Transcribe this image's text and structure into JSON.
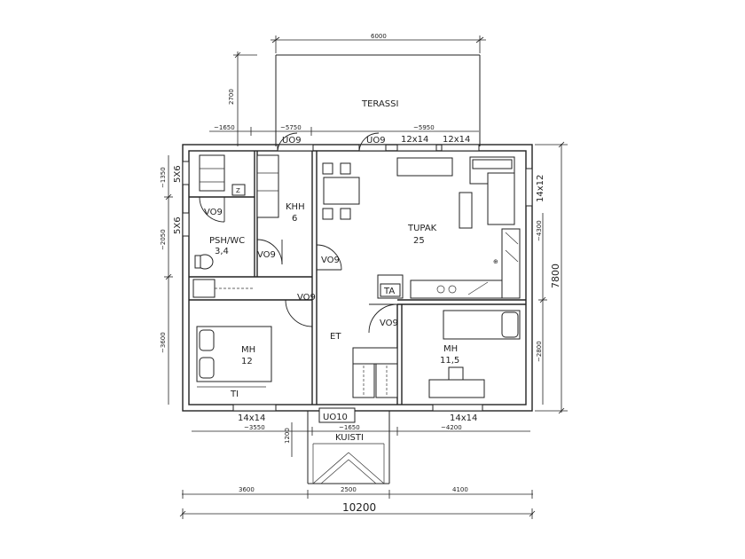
{
  "rooms": {
    "terassi": "TERASSI",
    "khh": "KHH",
    "khh_area": "6",
    "psh": "PSH/WC",
    "psh_area": "3,4",
    "tupak": "TUPAK",
    "tupak_area": "25",
    "mh1": "MH",
    "mh1_area": "12",
    "mh2": "MH",
    "mh2_area": "11,5",
    "et": "ET",
    "kuisti": "KUISTI",
    "ti": "TI",
    "ta": "TA"
  },
  "doors": {
    "uo9_a": "UO9",
    "uo9_b": "UO9",
    "vo9_psh": "VO9",
    "vo9_khh": "VO9",
    "vo9_tupak": "VO9",
    "vo9_mh1": "VO9",
    "vo9_mh2": "VO9",
    "uo10": "UO10"
  },
  "windows": {
    "w_top1": "12x14",
    "w_top2": "12x14",
    "w_left1": "5X6",
    "w_left2": "5X6",
    "w_right": "14x12",
    "w_bottom1": "14x14",
    "w_bottom2": "14x14"
  },
  "dimensions": {
    "terrace_width": "6000",
    "terrace_depth": "2700",
    "top_left": "~1650",
    "top_mid": "~5750",
    "top_right": "~5950",
    "left_1": "~1350",
    "left_2": "~2050",
    "left_3": "~3600",
    "right_1": "~4300",
    "right_2": "~2800",
    "total_depth": "7800",
    "bottom_left": "~3550",
    "bottom_mid": "~1650",
    "bottom_right": "~4200",
    "porch_depth": "1200",
    "seg_1": "3600",
    "seg_2": "2500",
    "seg_3": "4100",
    "total_width": "10200"
  },
  "icons": {
    "stove": "stove-icon",
    "toilet": "toilet-icon"
  }
}
